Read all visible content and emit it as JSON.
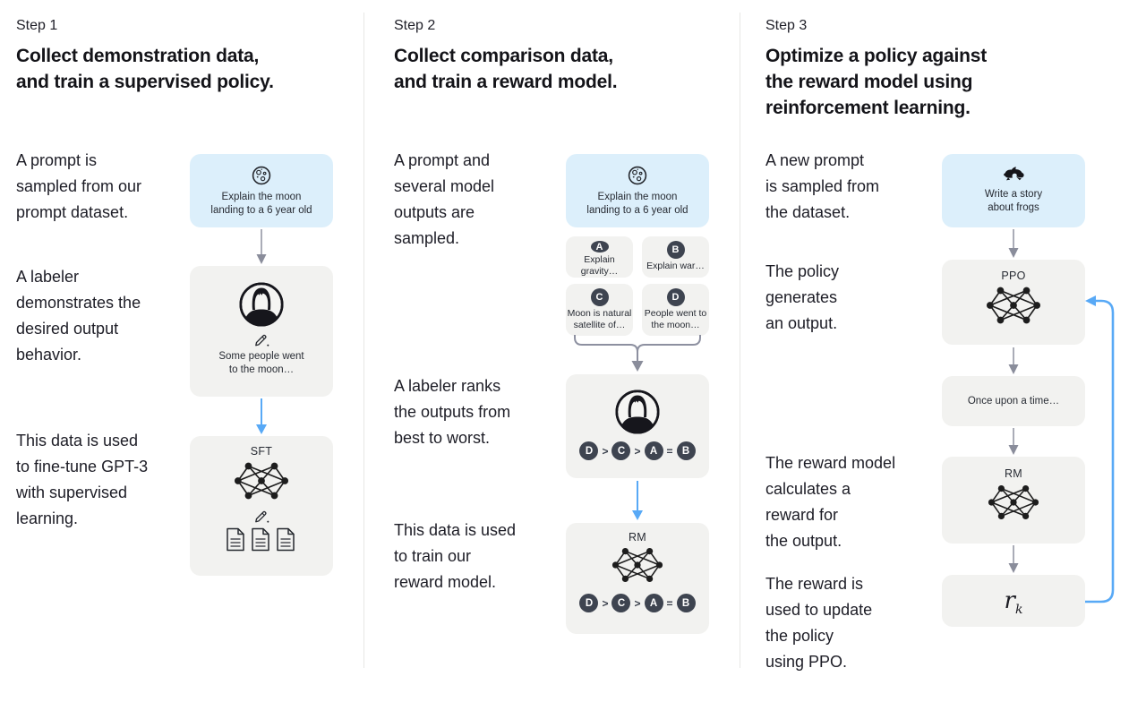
{
  "colors": {
    "prompt_box_bg": "#dceffb",
    "step_box_bg": "#f2f2f0",
    "rank_circle": "#3e4450",
    "arrow_gray": "#8d90a0",
    "arrow_blue": "#58a9f6",
    "text": "#18181f"
  },
  "icons": {
    "prompt_step1": "moon-icon",
    "prompt_step2": "moon-icon",
    "prompt_step3": "frog-icon",
    "labeler": "person-avatar-icon",
    "write": "pencil-icon",
    "demonstrations": "documents-icon",
    "model": "neural-network-icon"
  },
  "steps": [
    {
      "label": "Step 1",
      "heading": "Collect demonstration data,\nand train a supervised policy.",
      "paragraphs": [
        "A prompt is\nsampled from our\nprompt dataset.",
        "A labeler\ndemonstrates the\ndesired output\nbehavior.",
        "This data is used\nto fine-tune GPT-3\nwith supervised\nlearning."
      ],
      "prompt_box": "Explain the moon\nlanding to a 6 year old",
      "labeler_box": "Some people went\nto the moon…",
      "model_label": "SFT"
    },
    {
      "label": "Step 2",
      "heading": "Collect comparison data,\nand train a reward model.",
      "paragraphs": [
        "A prompt and\nseveral model\noutputs are\nsampled.",
        "A labeler ranks\nthe outputs from\nbest to worst.",
        "This data is used\nto train our\nreward model."
      ],
      "prompt_box": "Explain the moon\nlanding to a 6 year old",
      "outputs": [
        {
          "letter": "A",
          "text": "Explain gravity…"
        },
        {
          "letter": "B",
          "text": "Explain war…"
        },
        {
          "letter": "C",
          "text": "Moon is natural\nsatellite of…"
        },
        {
          "letter": "D",
          "text": "People went to\nthe moon…"
        }
      ],
      "ranking": [
        "D",
        ">",
        "C",
        ">",
        "A",
        "=",
        "B"
      ],
      "model_label": "RM"
    },
    {
      "label": "Step 3",
      "heading": "Optimize a policy against\nthe reward model using\nreinforcement learning.",
      "paragraphs": [
        "A new prompt\nis sampled from\nthe dataset.",
        "The policy\ngenerates\nan output.",
        "The reward model\ncalculates a\nreward for\nthe output.",
        "The reward is\nused to update\nthe policy\nusing PPO."
      ],
      "prompt_box": "Write a story\nabout frogs",
      "policy_label": "PPO",
      "output_box": "Once upon a time…",
      "model_label": "RM",
      "reward": {
        "base": "r",
        "sub": "k"
      }
    }
  ]
}
